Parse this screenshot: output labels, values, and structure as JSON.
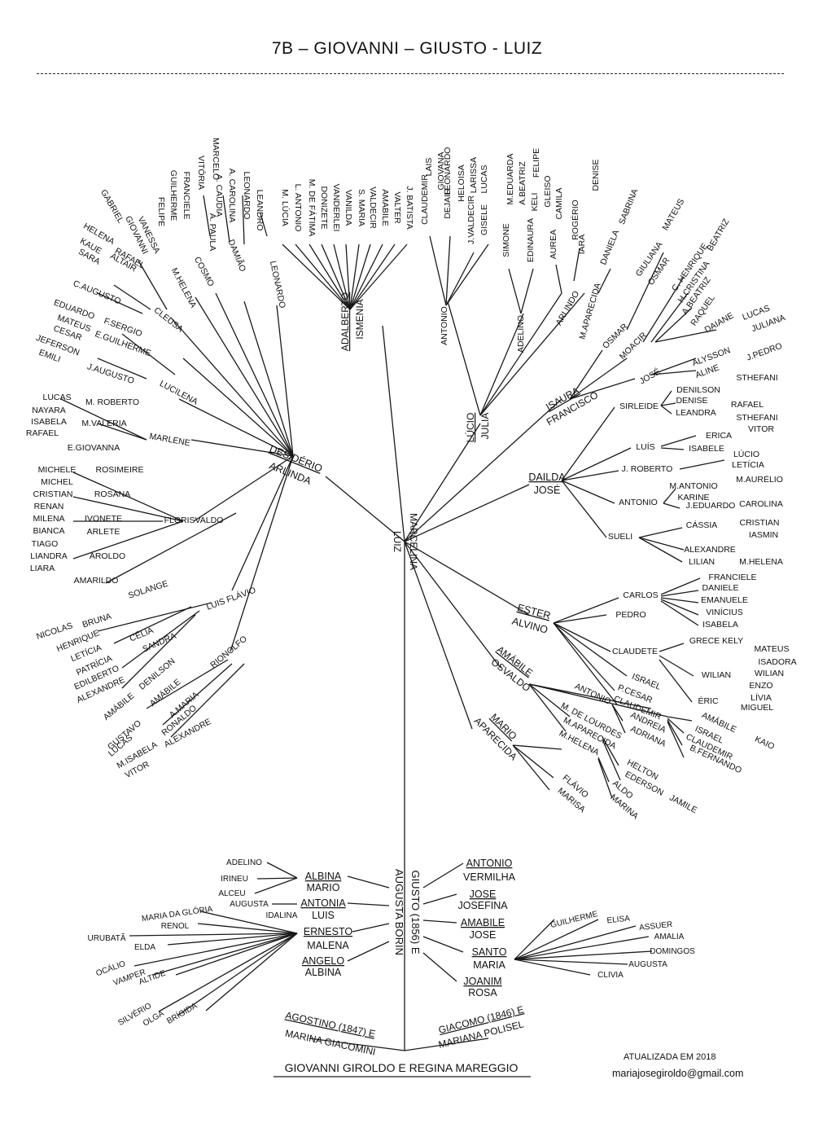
{
  "header": {
    "title": "7B  – GIOVANNI – GIUSTO  - LUIZ"
  },
  "footer": {
    "updated": "ATUALIZADA EM 2018",
    "email": "mariajosegiroldo@gmail.com"
  },
  "roots": {
    "base": "GIOVANNI GIROLDO E REGINA MAREGGIO",
    "agostino_1": "AGOSTINO (1847) E",
    "agostino_2": "MARINA GIACOMINI",
    "giacomo_1": "GIACOMO (1846) E",
    "giacomo_2": "MARIANA POLISEL"
  },
  "trunk": {
    "giusto": "GIUSTO (1856) E",
    "augusta": "AUGUSTA BORIN",
    "luiz": "LUIZ",
    "marcelina": "MARCELINA"
  },
  "lower_left": {
    "couples": [
      [
        "ALBINA",
        "MARIO"
      ],
      [
        "ANTONIA",
        "LUIS"
      ],
      [
        "ERNESTO",
        "MALENA"
      ],
      [
        "ANGELO",
        "ALBINA"
      ]
    ],
    "albina_kids": [
      "ADELINO",
      "IRINEU",
      "ALCEU"
    ],
    "antonia_kids": [
      "AUGUSTA",
      "IDALINA"
    ],
    "ernesto_kids": [
      "MARIA DA GLÓRIA",
      "RENOL",
      "URUBATÃ",
      "ELDA",
      "OCÁLIO",
      "VAMPER",
      "ALTIDE",
      "SILVÉRIO",
      "OLGA",
      "BRÍGIDA"
    ]
  },
  "lower_right": {
    "couples": [
      [
        "ANTONIO",
        "VERMILHA"
      ],
      [
        "JOSE",
        "JOSEFINA"
      ],
      [
        "AMABILE",
        "JOSE"
      ],
      [
        "SANTO",
        "MARIA"
      ],
      [
        "JOANIM",
        "ROSA"
      ]
    ],
    "santo_kids": [
      "GUILHERME",
      "ELISA",
      "ASSUER",
      "AMALIA",
      "DOMINGOS",
      "AUGUSTA",
      "CLIVIA"
    ]
  },
  "upper": {
    "desiderio": "DESIDÉRIO",
    "arlinda": "ARLINDA",
    "adalberto": "ADALBERTO",
    "ismenia": "ISMENIA",
    "lucio": "LÚCIO",
    "julia": "JULIA",
    "isaura": "ISAURA",
    "francisco": "FRANCISCO",
    "dailda": "DAILDA",
    "jose_d": "JOSÉ",
    "ester": "ESTER",
    "alvino": "ALVINO",
    "amabile": "AMÁBILE",
    "osvaldo": "OSVALDO",
    "mario": "MARIO",
    "aparecida": "APARECIDA",
    "desiderio_kids": {
      "leonardo": "LEONARDO",
      "leandro": "LEANDRO",
      "damiao": "DAMIÃO",
      "leonardo2": "LEONARDO",
      "a_carolina": "A. CAROLINA",
      "a_claudia": "A. CAUDIA",
      "marcelo": "MARCELO",
      "vitoria": "VITÓRIA",
      "a_paula": "A. PAULA",
      "cosmo": "COSMO",
      "franciele": "FRANCIELE",
      "guilherme": "GUILHERME",
      "felipe": "FELIPE",
      "mhelena": "M.HELENA",
      "vanessa": "VANESSA",
      "giovanni": "GIOVANNI",
      "gabriel": "GABRIEL",
      "cleusa": "CLEUSA",
      "helena": "HELENA",
      "rafael": "RAFAEL",
      "kaue": "KAUE",
      "altair": "ALTAIR",
      "sara": "SARA",
      "caugusto": "C.AUGUSTO",
      "lucilena": "LUCILENA",
      "eduardo": "EDUARDO",
      "fsergio": "F.SERGIO",
      "mateus": "MATEUS",
      "cesar": "CESAR",
      "eguilherme": "E.GUILHERME",
      "jeferson": "JEFERSON",
      "emili": "EMILI",
      "jaugusto": "J.AUGUSTO",
      "marlene": "MARLENE",
      "lucas": "LUCAS",
      "mroberto": "M. ROBERTO",
      "nayara": "NAYARA",
      "isabela": "ISABELA",
      "mvaleria": "M.VALERIA",
      "rafael2": "RAFAEL",
      "egiovanna": "E.GIOVANNA",
      "florisvaldo": "FLORISVALDO",
      "michele": "MICHELE",
      "rosimeire": "ROSIMEIRE",
      "michel": "MICHEL",
      "cristian": "CRISTIAN",
      "rosana": "ROSANA",
      "renan": "RENAN",
      "milena": "MILENA",
      "ivonete": "IVONETE",
      "bianca": "BIANCA",
      "arlete": "ARLETE",
      "tiago": "TIAGO",
      "liandra": "LIANDRA",
      "aroldo": "AROLDO",
      "liara": "LIARA",
      "amarildo": "AMARILDO",
      "luisflavio": "LUIS FLÁVIO",
      "nicolas": "NICOLAS",
      "bruna": "BRUNA",
      "solange": "SOLANGE",
      "henrique": "HENRIQUE",
      "leticia": "LETÍCIA",
      "celia": "CÉLIA",
      "patricia": "PATRÍCIA",
      "edilberto": "EDILBERTO",
      "sandra": "SANDRA",
      "alexandre": "ALEXANDRE",
      "rionolfo": "RIONOLFO",
      "amabile2": "AMÁBILE",
      "denilson": "DENILSON",
      "amabile3": "AMÁBILE",
      "gustavo": "GUSTAVO",
      "amaria": "A.MARIA",
      "lucas2": "LUCAS",
      "ronaldo": "RONALDO",
      "misabela": "M.ISABELA",
      "vitor": "VITOR",
      "alexandre2": "ALEXANDRE"
    },
    "adalberto_kids": [
      "M. LÚCIA",
      "L. ANTONIO",
      "M. DE FÁTIMA",
      "DONIZETE",
      "VANDERLEI",
      "VANILDA",
      "S. MARIA",
      "VALDECIR",
      "AMABILE",
      "VALTER",
      "J. BATISTA"
    ],
    "lucio_kids": {
      "antonio": "ANTONIO",
      "claudemir": "CLAUDEMIR",
      "lais": "LAIS",
      "giovana": "GIOVANA",
      "dejair": "DEJAIR",
      "leonardo": "LEONARDO",
      "heloisa": "HELOISA",
      "jvaldecir": "J.VALDECIR",
      "larissa": "LARISSA",
      "gisele": "GISELE",
      "lucas": "LUCAS",
      "adelino": "ADELINO",
      "simone": "SIMONE",
      "meduarda": "M.EDUARDA",
      "abeatriz": "A.BEATRIZ",
      "edinaura": "EDINAURA",
      "keli": "KELI",
      "felipe": "FELIPE",
      "gleiso": "GLEISO",
      "aurea": "AUREA",
      "camila": "CAMILA",
      "arlindo": "ARLINDO",
      "rogerio": "ROGÉRIO",
      "denise": "DENISE",
      "iara": "IARA",
      "maparecida": "M.APARECIDA",
      "daniela": "DANIELA",
      "sabrina": "SABRINA"
    },
    "isaura_kids": {
      "osmar": "OSMAR",
      "giuliana": "GIULIANA",
      "mateus": "MATEUS",
      "osmar2": "OSMAR",
      "moacir": "MOACIR",
      "chenrique": "C. HENRIQUE",
      "beatriz": "BEATRIZ",
      "hcristina": "H.CRISTINA",
      "abeatriz": "A.BEATRIZ",
      "raquel": "RAQUEL",
      "daiane": "DAIANE",
      "lucas": "LUCAS",
      "juliana": "JULIANA",
      "jose": "JOSÉ",
      "alysson": "ALYSSON",
      "aline": "ALINE",
      "jpedro": "J.PEDRO"
    },
    "dailda_kids": {
      "sirleide": "SIRLEIDE",
      "denilson": "DENILSON",
      "sthefani": "STHEFANI",
      "denise": "DENISE",
      "leandra": "LEANDRA",
      "rafael": "RAFAEL",
      "sthefani2": "STHEFANI",
      "luis": "LUÍS",
      "erica": "ERICA",
      "vitor": "VITOR",
      "isabele": "ISABELE",
      "jroberto": "J. ROBERTO",
      "lucio": "LÚCIO",
      "leticia": "LETÍCIA",
      "antonio": "ANTONIO",
      "mantonio": "M.ANTONIO",
      "maurelio": "M.AURÉLIO",
      "karine": "KARINE",
      "jeduardo": "J.EDUARDO",
      "carolina": "CAROLINA",
      "sueli": "SUELI",
      "cassia": "CÁSSIA",
      "cristian": "CRISTIAN",
      "iasmin": "IASMIN",
      "alexandre": "ALEXANDRE",
      "lilian": "LILIAN",
      "mhelena": "M.HELENA"
    },
    "ester_kids": {
      "carlos": "CARLOS",
      "franciele": "FRANCIELE",
      "daniele": "DANIELE",
      "emanuele": "EMANUELE",
      "vinicius": "VINÍCIUS",
      "isabela": "ISABELA",
      "pedro": "PEDRO",
      "claudete": "CLAUDETE",
      "grecekely": "GRECE KELY",
      "mateus": "MATEUS",
      "isadora": "ISADORA",
      "wilian": "WILIAN",
      "wilian2": "WILIAN",
      "enzo": "ENZO",
      "livia": "LÍVIA",
      "eric": "ÉRIC",
      "miguel": "MIGUEL",
      "israel": "ISRAEL",
      "pcesar": "P.CESAR",
      "claudemir": "CLAUDEMIR"
    },
    "amabile_kids": {
      "antonio": "ANTONIO",
      "andreia": "ANDREIA",
      "adriana": "ADRIANA",
      "amabile": "AMÁBILE",
      "israel": "ISRAEL",
      "claudemir": "CLAUDEMIR",
      "bfernando": "B.FERNANDO",
      "kaio": "KAIO",
      "mdelourdes": "M. DE LOURDES",
      "maparecida": "M.APARECIDA",
      "helton": "HELTON",
      "ederson": "EDERSON",
      "jamile": "JAMILE"
    },
    "mario_kids": {
      "mhelena": "M.HELENA",
      "aldo": "ALDO",
      "marina": "MARINA",
      "flavio": "FLÁVIO",
      "marisa": "MARISA"
    }
  }
}
